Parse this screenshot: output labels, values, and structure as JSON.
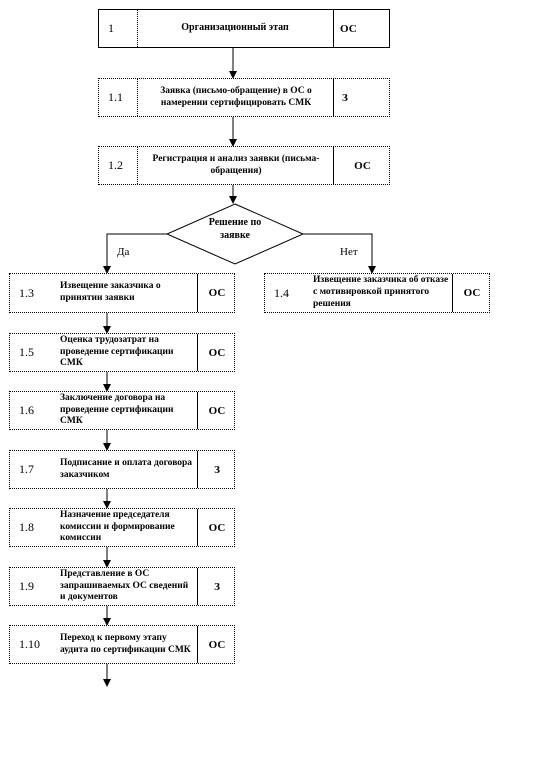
{
  "steps": [
    {
      "num": "1",
      "text": "Организационный этап",
      "who": "ОС"
    },
    {
      "num": "1.1",
      "text": "Заявка (письмо-обращение) в ОС о намерении сертифицировать СМК",
      "who": "З"
    },
    {
      "num": "1.2",
      "text": "Регистрация и анализ заявки (письма-обращения)",
      "who": "ОС"
    },
    {
      "num": "1.3",
      "text": "Извещение заказчика о принятии заявки",
      "who": "ОС"
    },
    {
      "num": "1.4",
      "text": "Извещение заказчика об отказе с мотивировкой принятого решения",
      "who": "ОС"
    },
    {
      "num": "1.5",
      "text": "Оценка трудозатрат на проведение сертификации СМК",
      "who": "ОС"
    },
    {
      "num": "1.6",
      "text": "Заключение договора на проведение сертификации СМК",
      "who": "ОС"
    },
    {
      "num": "1.7",
      "text": "Подписание и оплата договора заказчиком",
      "who": "З"
    },
    {
      "num": "1.8",
      "text": "Назначение председателя комиссии и формирование комиссии",
      "who": "ОС"
    },
    {
      "num": "1.9",
      "text": "Представление в ОС запрашиваемых ОС сведений и документов",
      "who": "З"
    },
    {
      "num": "1.10",
      "text": "Переход к первому этапу аудита по сертификации СМК",
      "who": "ОС"
    }
  ],
  "decision": {
    "text": "Решение по заявке",
    "yes": "Да",
    "no": "Нет"
  }
}
